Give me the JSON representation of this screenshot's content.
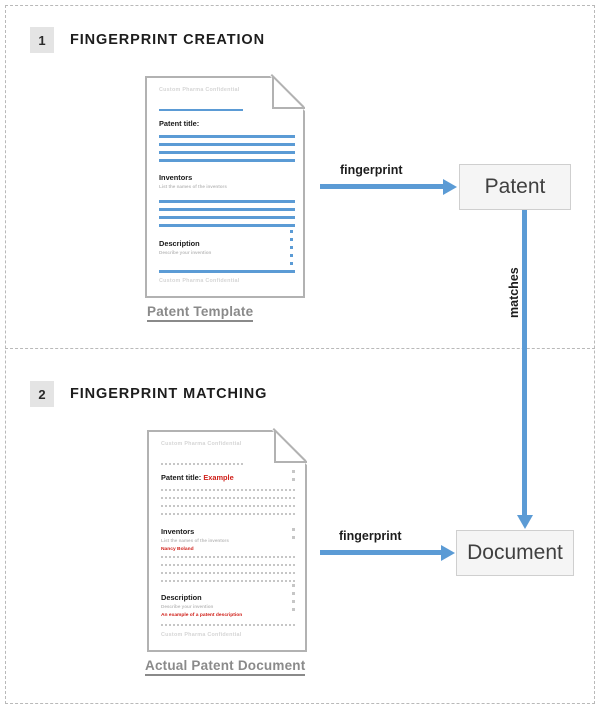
{
  "sections": [
    {
      "number": "1",
      "title": "FINGERPRINT CREATION"
    },
    {
      "number": "2",
      "title": "FINGERPRINT MATCHING"
    }
  ],
  "documents": [
    {
      "id": "patent-template",
      "label": "Patent Template",
      "header_confidential": "Custom Pharma Confidential",
      "footer_confidential": "Custom Pharma Confidential",
      "fields": [
        {
          "title": "Patent title:",
          "value": "",
          "subtitle": ""
        },
        {
          "title": "Inventors",
          "subtitle": "List the names of the inventors",
          "value": ""
        },
        {
          "title": "Description",
          "subtitle": "Describe your invention",
          "value": ""
        }
      ]
    },
    {
      "id": "actual-patent-document",
      "label": "Actual Patent Document",
      "header_confidential": "Custom Pharma Confidential",
      "footer_confidential": "Custom Pharma Confidential",
      "fields": [
        {
          "title": "Patent title:",
          "value": "Example",
          "subtitle": ""
        },
        {
          "title": "Inventors",
          "subtitle": "List the names of the inventors",
          "value": "Nancy Boland"
        },
        {
          "title": "Description",
          "subtitle": "Describe your invention",
          "value": "An example of a patent description"
        }
      ]
    }
  ],
  "nodes": {
    "patent": "Patent",
    "document": "Document"
  },
  "arrows": {
    "fingerprint_top": "fingerprint",
    "fingerprint_bottom": "fingerprint",
    "matches": "matches"
  },
  "colors": {
    "accent_blue": "#5b9bd5",
    "highlight_red": "#d0201a",
    "frame_gray": "#b9b9b9",
    "node_fill": "#f5f5f5",
    "badge_fill": "#e4e4e4",
    "muted_text": "#bdbdbd"
  }
}
